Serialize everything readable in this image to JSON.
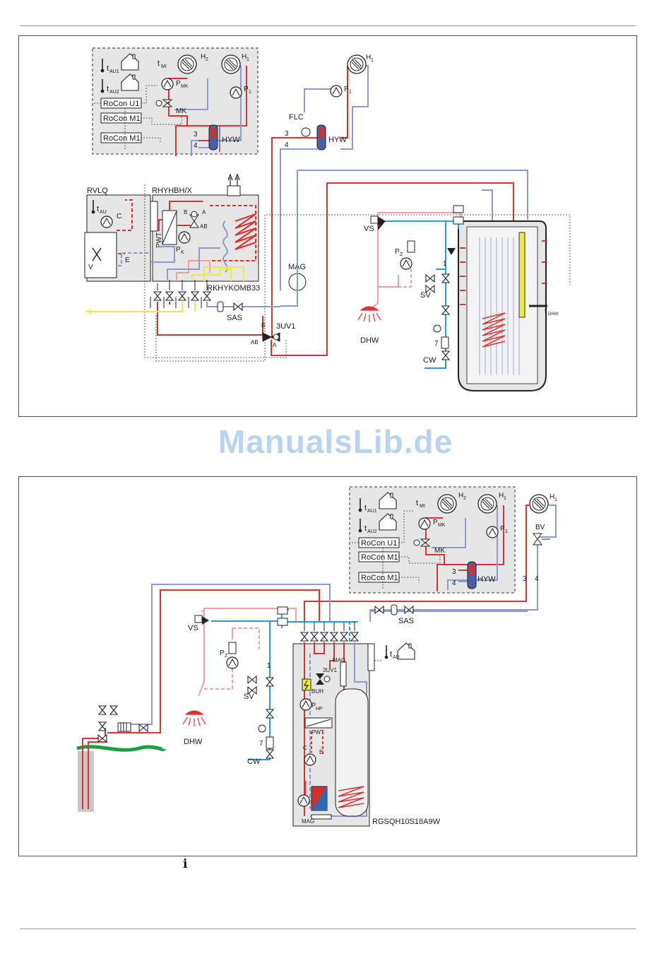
{
  "watermark": "ManualsLib.de",
  "colors": {
    "flow": "#e03030",
    "return": "#8a9cc9",
    "dhw": "#f0a0a0",
    "cold": "#2a9ad8",
    "brine": "#ecec40",
    "ground": "#1aa040",
    "box": "#e6e6e6",
    "line": "#222222"
  },
  "icons": [
    "house-icon",
    "temperature-sensor-icon",
    "pump-icon",
    "radiator-icon",
    "valve-icon",
    "mixing-valve-icon",
    "shower-icon",
    "fan-icon",
    "expansion-vessel-icon",
    "heating-coil-icon",
    "electric-heater-icon",
    "pressure-gauge-icon"
  ],
  "top": {
    "controller": {
      "tau1": "t",
      "tau1_sub": "AU1",
      "tau2": "t",
      "tau2_sub": "AU2",
      "tmi": "t",
      "tmi_sub": "MI",
      "h2": "H",
      "h2_sub": "2",
      "h1": "H",
      "h1_sub": "1",
      "pmk": "P",
      "pmk_sub": "MK",
      "p1": "P",
      "p1_sub": "1",
      "mk": "MK",
      "rocon_u1": "RoCon U1",
      "rocon_m1a": "RoCon M1",
      "rocon_m1b": "RoCon M1",
      "n3": "3",
      "n4": "4",
      "hyw": "HYW"
    },
    "right_circuit": {
      "h1": "H",
      "h1_sub": "1",
      "p1": "P",
      "p1_sub": "1",
      "flc": "FLC",
      "n3": "3",
      "n4": "4",
      "hyw": "HYW"
    },
    "outdoor": {
      "title": "RVLQ",
      "tau": "t",
      "tau_sub": "AU",
      "c": "C",
      "v": "V",
      "e": "E"
    },
    "indoor": {
      "title": "RHYHBH/X",
      "b": "B",
      "a": "A",
      "ab": "AB",
      "pwt": "PWT",
      "pk": "P",
      "pk_sub": "K",
      "kit": "RKHYKOMB33"
    },
    "misc": {
      "mag": "MAG",
      "sas": "SAS",
      "uv1": "3UV1",
      "b": "B",
      "ab": "AB",
      "a": "A"
    },
    "dhw_side": {
      "vs": "VS",
      "pz": "P",
      "pz_sub": "Z",
      "one": "1",
      "sv": "SV",
      "seven": "7",
      "cw": "CW",
      "dhw": "DHW",
      "tdhw": "t",
      "tdhw_sub": "DHW"
    }
  },
  "bottom": {
    "controller": {
      "tau1": "t",
      "tau1_sub": "AU1",
      "tau2": "t",
      "tau2_sub": "AU2",
      "tmi": "t",
      "tmi_sub": "MI",
      "h2": "H",
      "h2_sub": "2",
      "h1": "H",
      "h1_sub": "1",
      "pmk": "P",
      "pmk_sub": "MK",
      "p1": "P",
      "p1_sub": "1",
      "mk": "MK",
      "rocon_u1": "RoCon U1",
      "rocon_m1a": "RoCon M1",
      "rocon_m1b": "RoCon M1",
      "n3": "3",
      "n4": "4",
      "hyw": "HYW"
    },
    "right_circuit": {
      "h1": "H",
      "h1_sub": "1",
      "bv": "BV",
      "n3": "3",
      "n4": "4"
    },
    "dhw_side": {
      "vs": "VS",
      "pz": "P",
      "pz_sub": "Z",
      "one": "1",
      "sv": "SV",
      "seven": "7",
      "cw": "CW",
      "dhw": "DHW",
      "sas": "SAS"
    },
    "unit": {
      "tau": "t",
      "tau_sub": "AU",
      "mag_top": "MAG",
      "uv1": "3UV1",
      "buh": "BUH",
      "php": "P",
      "php_sub": "HP",
      "pwt": "PWT",
      "c": "C",
      "e": "E",
      "mag_bottom": "MAG",
      "model": "RGSQH10S18A9W"
    }
  },
  "info_icon": "i"
}
